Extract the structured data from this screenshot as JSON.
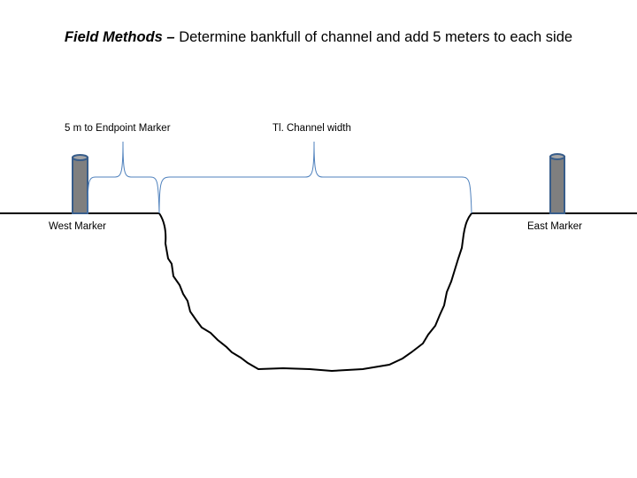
{
  "title": {
    "emphasis": "Field Methods –",
    "text": " Determine bankfull of channel  and add 5 meters to each side"
  },
  "labels": {
    "endpoint_distance": "5 m to Endpoint Marker",
    "channel_width": "Tl. Channel width",
    "west_marker": "West Marker",
    "east_marker": "East Marker"
  },
  "colors": {
    "brace": "#4f81bd",
    "marker_fill": "#7f7f7f",
    "marker_stroke": "#385d8a",
    "ground": "#000000"
  }
}
